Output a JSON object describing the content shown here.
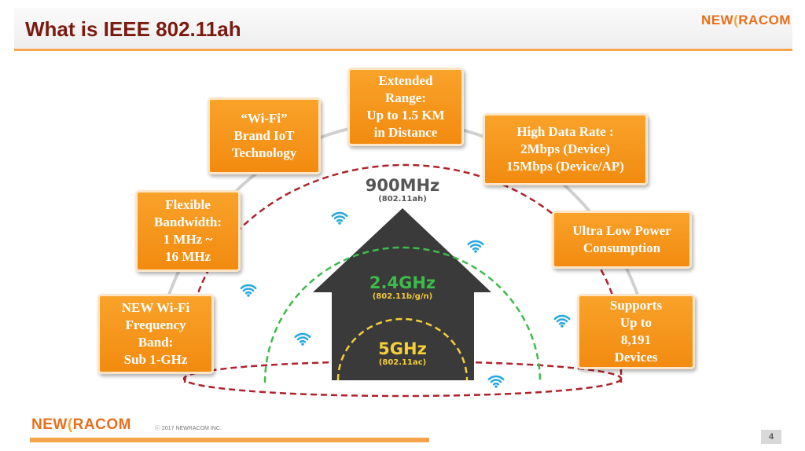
{
  "header": {
    "title": "What is IEEE 802.11ah",
    "logo": {
      "part1": "NEW",
      "part2": "RACOM",
      "wave": "("
    }
  },
  "features": [
    {
      "id": "range",
      "text": "Extended\nRange:\nUp to 1.5 KM\nin Distance"
    },
    {
      "id": "wifi-brand",
      "text": "“Wi-Fi”\nBrand IoT\nTechnology"
    },
    {
      "id": "data-rate",
      "text": "High Data Rate :\n2Mbps (Device)\n15Mbps (Device/AP)"
    },
    {
      "id": "bandwidth",
      "text": "Flexible\nBandwidth:\n1 MHz ~\n16 MHz"
    },
    {
      "id": "low-power",
      "text": "Ultra Low Power\nConsumption"
    },
    {
      "id": "frequency",
      "text": "NEW Wi-Fi\nFrequency\nBand:\nSub 1-GHz"
    },
    {
      "id": "devices",
      "text": "Supports\nUp to\n8,191\nDevices"
    }
  ],
  "bands": [
    {
      "name": "900MHz",
      "standard": "(802.11ah)",
      "color": "#555555",
      "std_color": "#555555"
    },
    {
      "name": "2.4GHz",
      "standard": "(802.11b/g/n)",
      "color": "#3dbb4a",
      "std_color": "#f0c83a"
    },
    {
      "name": "5GHz",
      "standard": "(802.11ac)",
      "color": "#f5cf3a",
      "std_color": "#f5cf3a"
    }
  ],
  "colors": {
    "box": "#f39a1f",
    "ring_900": "#b0222b",
    "ring_24": "#3dbb4a",
    "ring_5": "#f5cf3a",
    "wifi": "#29a8e0",
    "house": "#3a3a3a"
  },
  "icons": [
    "wifi-icon"
  ],
  "footer": {
    "copyright": "ⓒ 2017 NEWRACOM INC.",
    "page_number": "4"
  }
}
